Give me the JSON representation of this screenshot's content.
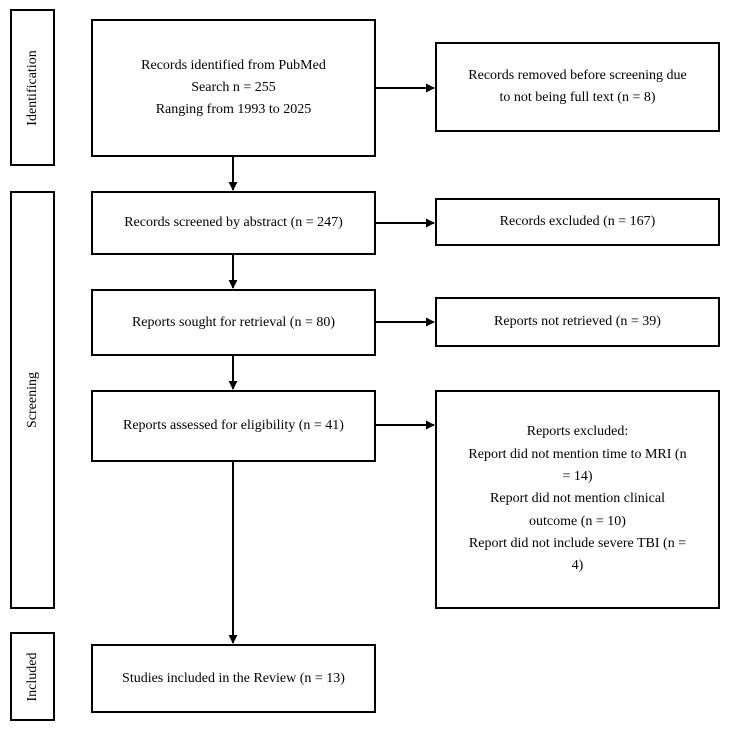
{
  "phases": {
    "identification": "Identification",
    "screening": "Screening",
    "included": "Included"
  },
  "boxes": {
    "identified": [
      "Records identified from PubMed",
      "Search n = 255",
      "Ranging from 1993 to 2025"
    ],
    "removed": [
      "Records removed before screening due",
      "to not being full text (n = 8)"
    ],
    "screened": "Records screened by abstract (n = 247)",
    "excluded_records": "Records excluded (n = 167)",
    "sought": "Reports sought for retrieval (n = 80)",
    "not_retrieved": "Reports not retrieved (n = 39)",
    "assessed": "Reports assessed for eligibility (n = 41)",
    "excluded_reports": [
      "Reports excluded:",
      "Report did not mention time to MRI (n",
      "= 14)",
      "Report did not mention clinical",
      "outcome (n = 10)",
      "Report did not include severe TBI (n =",
      "4)"
    ],
    "included": "Studies included in the Review (n = 13)"
  }
}
